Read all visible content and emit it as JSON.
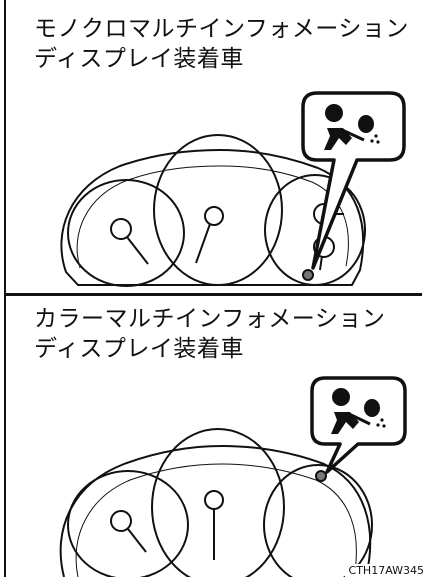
{
  "sections": [
    {
      "title_line1": "モノクロマルチインフォメーション",
      "title_line2": "ディスプレイ装着車",
      "airbag_icon": "airbag-warning-icon"
    },
    {
      "title_line1": "カラーマルチインフォメーション",
      "title_line2": "ディスプレイ装着車",
      "airbag_icon": "airbag-warning-icon"
    }
  ],
  "figure_code": "CTH17AW345"
}
